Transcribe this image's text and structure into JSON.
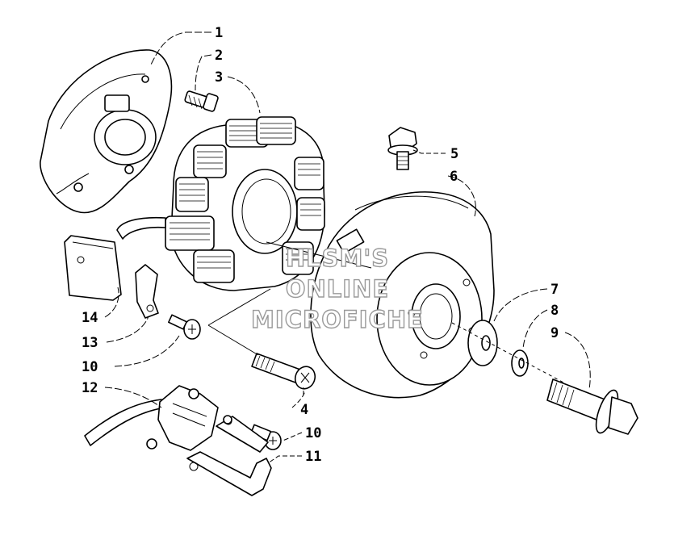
{
  "callouts": {
    "c1": "1",
    "c2": "2",
    "c3": "3",
    "c4": "4",
    "c5": "5",
    "c6": "6",
    "c7": "7",
    "c8": "8",
    "c9": "9",
    "c10a": "10",
    "c10b": "10",
    "c11": "11",
    "c12": "12",
    "c13": "13",
    "c14": "14"
  },
  "watermark": {
    "line1": "HLSM'S",
    "line2": "ONLINE",
    "line3": "MICROFICHE"
  }
}
